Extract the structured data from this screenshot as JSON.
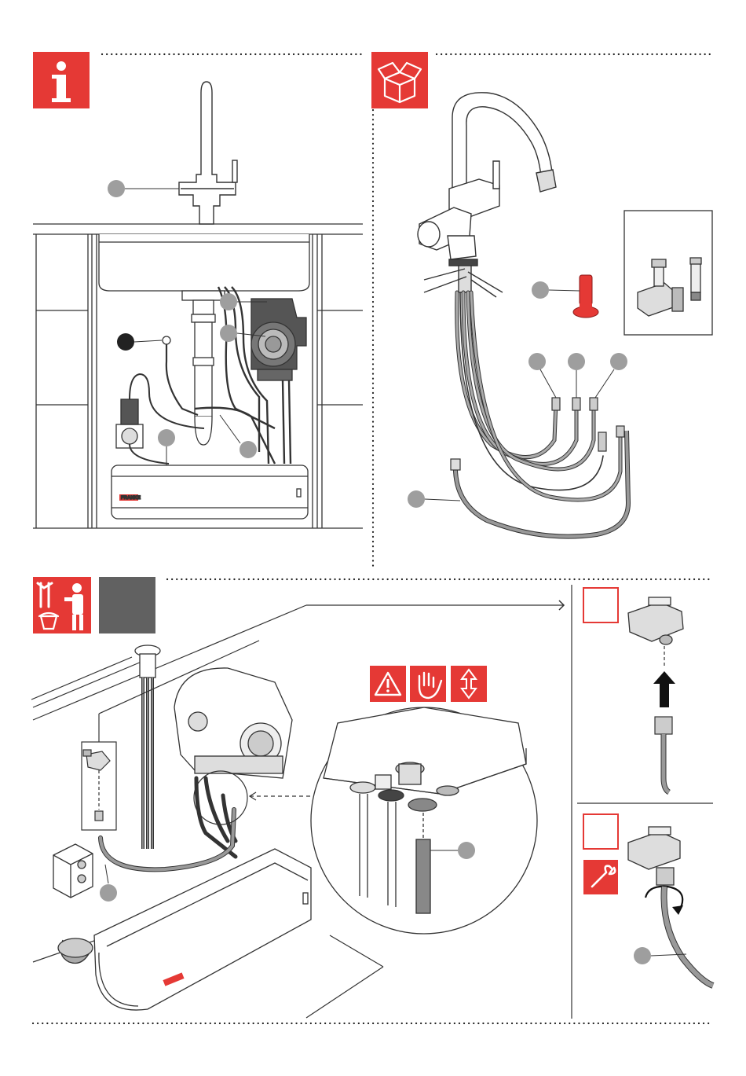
{
  "page": {
    "brand_logo_text": "FRANKE"
  },
  "colors": {
    "accent_red": "#e53935",
    "line": "#333333",
    "callout_grey": "#9e9e9e",
    "dark_grey_box": "#616161",
    "hose_grey": "#8a8a8a"
  },
  "panels": {
    "info": {
      "icon": "info-icon"
    },
    "package_contents": {
      "icon": "open-box-icon"
    },
    "installation": {
      "icons": [
        "tools-icon",
        "installer-person-icon",
        "dark-step-box"
      ]
    },
    "warnings": {
      "icons": [
        "warning-triangle-icon",
        "hand-stop-icon",
        "up-down-arrows-icon"
      ]
    },
    "detail_step_1": {
      "icon": "red-outline-step-box"
    },
    "detail_step_2": {
      "icons": [
        "red-outline-step-box",
        "wrench-icon"
      ]
    }
  }
}
